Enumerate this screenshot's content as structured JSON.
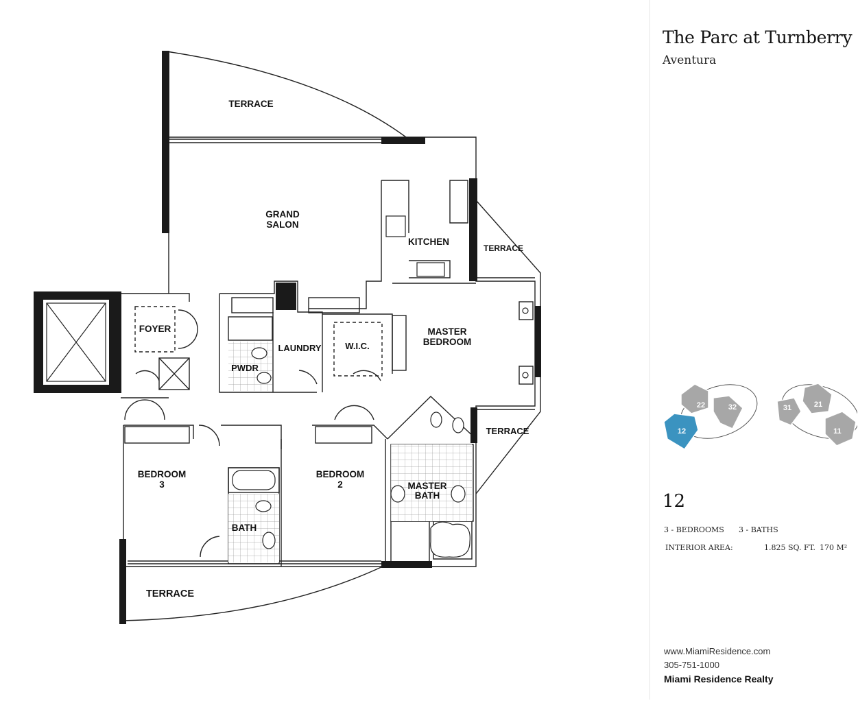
{
  "building": {
    "name": "The Parc at Turnberry",
    "location": "Aventura"
  },
  "rooms": {
    "terrace_top": "TERRACE",
    "grand_salon_1": "GRAND",
    "grand_salon_2": "SALON",
    "kitchen": "KITCHEN",
    "terrace_right_top": "TERRACE",
    "foyer": "FOYER",
    "laundry": "LAUNDRY",
    "pwdr": "PWDR",
    "wic": "W.I.C.",
    "master_bedroom_1": "MASTER",
    "master_bedroom_2": "BEDROOM",
    "terrace_right_bottom": "TERRACE",
    "bedroom3_1": "BEDROOM",
    "bedroom3_2": "3",
    "bedroom2_1": "BEDROOM",
    "bedroom2_2": "2",
    "master_bath_1": "MASTER",
    "master_bath_2": "BATH",
    "bath": "BATH",
    "terrace_bottom": "TERRACE"
  },
  "key_plan": {
    "highlighted": "12",
    "units": [
      "22",
      "32",
      "12",
      "31",
      "21",
      "11"
    ],
    "highlight_color": "#3b93c0",
    "unit_color": "#a7a7a7"
  },
  "unit": {
    "number": "12",
    "bedrooms": "3 - BEDROOMS",
    "baths": "3 - BATHS",
    "area_label": "INTERIOR AREA:",
    "area_sqft": "1.825 SQ. FT.",
    "area_m2": "170 M²"
  },
  "contact": {
    "website": "www.MiamiResidence.com",
    "phone": "305-751-1000",
    "company": "Miami Residence Realty"
  }
}
